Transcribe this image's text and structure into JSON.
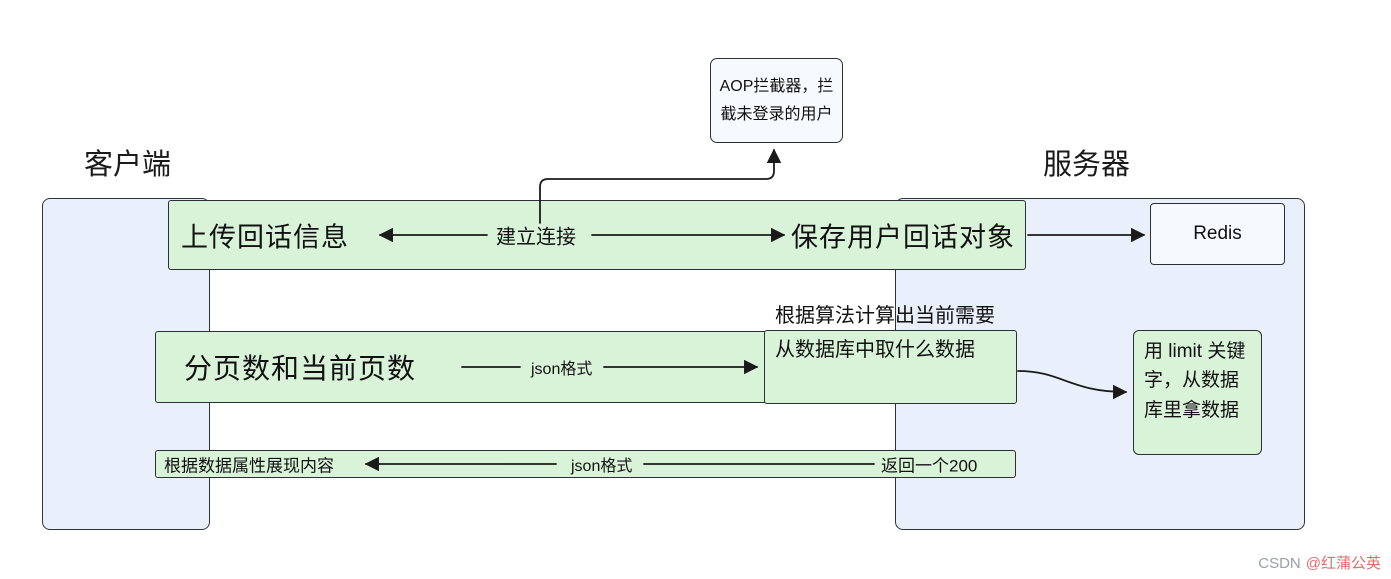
{
  "diagram": {
    "client_label": "客户端",
    "server_label": "服务器",
    "aop_box_text": "AOP拦截器，拦截未登录的用户",
    "row1": {
      "left": "上传回话信息",
      "center": "建立连接",
      "right": "保存用户回话对象"
    },
    "redis_label": "Redis",
    "row2": {
      "left": "分页数和当前页数",
      "arrow_label": "json格式",
      "right": "根据算法计算出当前需要从数据库中取什么数据"
    },
    "limit_box_text": "用 limit 关键字，从数据库里拿数据",
    "row3": {
      "left": "根据数据属性展现内容",
      "arrow_label": "json格式",
      "right": "返回一个200"
    }
  },
  "watermark": {
    "prefix": "CSDN",
    "handle": "@红蒲公英"
  },
  "colors": {
    "bar-green": "#d9f3d9",
    "panel-blue": "#e9effb",
    "box-white": "#f6f9fe",
    "line": "#1a1a1a",
    "text": "#111111",
    "watermark-gray": "#9aa0a6",
    "watermark-red": "#e56a6a"
  }
}
